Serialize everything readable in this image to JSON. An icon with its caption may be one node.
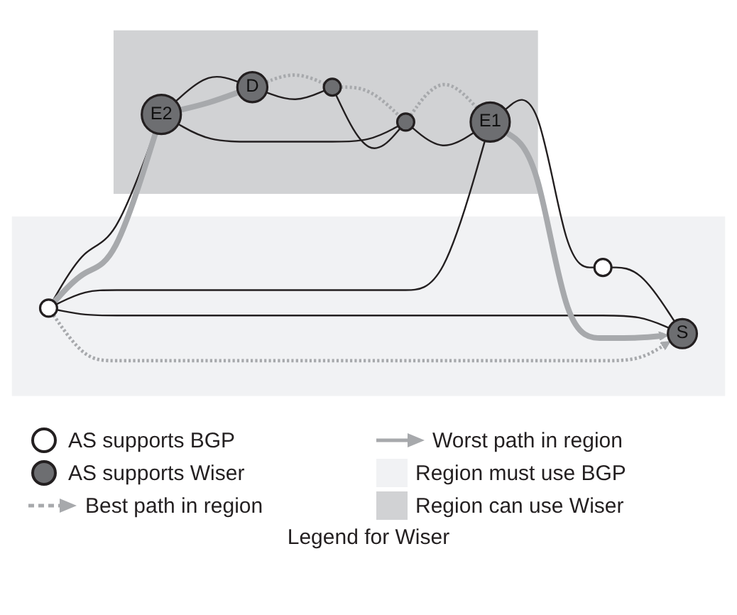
{
  "diagram": {
    "caption": "Legend for Wiser",
    "nodes": [
      {
        "text": [],
        "shape": "box"
      },
      {
        "text": [],
        "shape": "box"
      },
      {
        "text": [
          "E1"
        ],
        "in": 1
      },
      {
        "text": [],
        "shape": "circle",
        "in": 1
      },
      {
        "text": [],
        "shape": "circle",
        "in": 0
      },
      {
        "text": [],
        "shape": "circle",
        "in": 0
      },
      {
        "text": [
          "E2"
        ],
        "in": 1
      },
      {
        "text": [],
        "shape": "circle",
        "in": 1
      },
      {
        "text": [
          "S"
        ],
        "in": 0
      },
      {
        "text": [
          "D"
        ],
        "in": 1
      }
    ],
    "edges": [
      {
        "from": 2,
        "to": 3,
        "arrow": "none"
      },
      {
        "from": 2,
        "to": 4,
        "arrow": "none"
      },
      {
        "from": 2,
        "to": 5,
        "arrow": "none"
      },
      {
        "from": 3,
        "to": 6,
        "arrow": "none"
      },
      {
        "from": 3,
        "to": 7,
        "arrow": "none"
      },
      {
        "from": 4,
        "to": 8,
        "arrow": "none"
      },
      {
        "from": 5,
        "to": 8,
        "arrow": "none"
      },
      {
        "from": 5,
        "to": 6,
        "arrow": "none"
      },
      {
        "from": 6,
        "to": 9,
        "arrow": "none"
      },
      {
        "from": 7,
        "to": 9,
        "arrow": "none"
      },
      {
        "from": 9,
        "to": 6,
        "arrow": "none",
        "style": "thick",
        "color": "#a7a9ac"
      },
      {
        "from": 6,
        "to": 5,
        "arrow": "none",
        "style": "thick",
        "color": "#a7a9ac"
      },
      {
        "from": 2,
        "to": 8,
        "arrow": "to",
        "style": "thick",
        "color": "#a7a9ac"
      },
      {
        "from": 9,
        "to": 7,
        "arrow": "none",
        "style": "dashed",
        "color": "#a7a9ac"
      },
      {
        "from": 7,
        "to": 3,
        "arrow": "none",
        "style": "dashed",
        "color": "#a7a9ac"
      },
      {
        "from": 3,
        "to": 2,
        "arrow": "none",
        "style": "dashed",
        "color": "#a7a9ac"
      },
      {
        "from": 5,
        "to": 8,
        "arrow": "to",
        "style": "dashed",
        "color": "#a7a9ac"
      }
    ],
    "legend": [
      {
        "text": "AS supports BGP"
      },
      {
        "text": "Worst path in region"
      },
      {
        "text": "AS supports Wiser"
      },
      {
        "text": "Region must use BGP",
        "color": "#f1f2f4"
      },
      {
        "text": "Best path in region"
      },
      {
        "text": "Region can use Wiser",
        "color": "#d1d2d4"
      }
    ]
  }
}
